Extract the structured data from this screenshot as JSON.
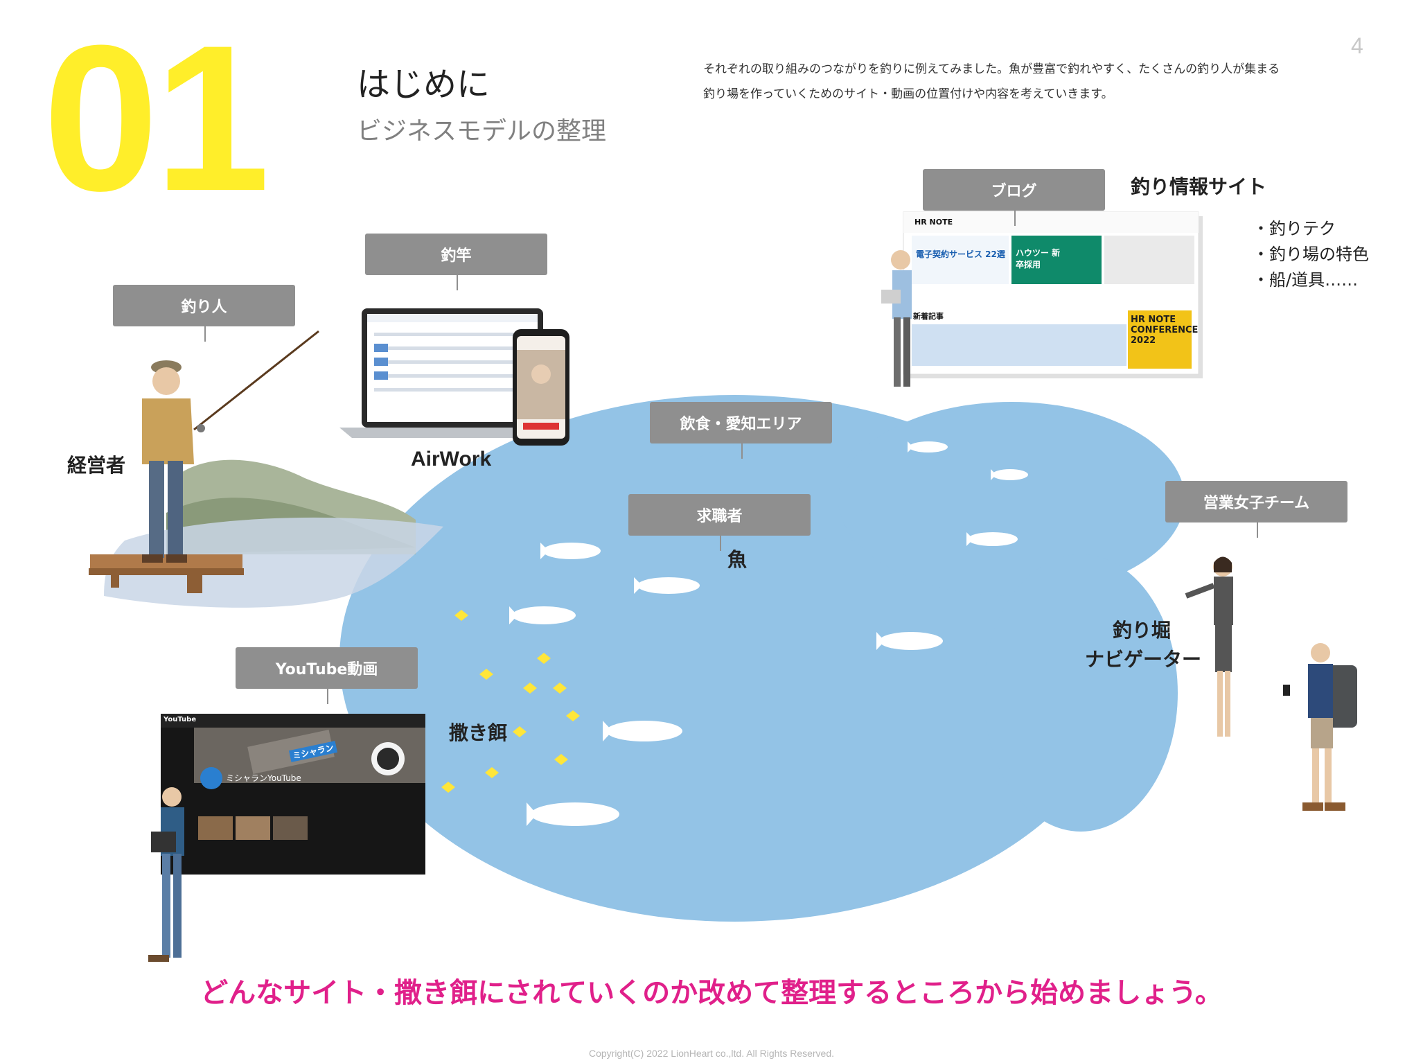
{
  "header": {
    "number": "01",
    "title": "はじめに",
    "subtitle": "ビジネスモデルの整理",
    "intro_line1": "それぞれの取り組みのつながりを釣りに例えてみました。魚が豊富で釣れやすく、たくさんの釣り人が集まる",
    "intro_line2": "釣り場を作っていくためのサイト・動画の位置付けや内容を考えていきます。",
    "page_number": "4"
  },
  "callouts": {
    "angler": "釣り人",
    "rod": "釣竿",
    "blog": "ブログ",
    "area": "飲食・愛知エリア",
    "jobseeker": "求職者",
    "sales_team": "営業女子チーム",
    "youtube": "YouTube動画"
  },
  "labels": {
    "manager": "経営者",
    "airwork": "AirWork",
    "fishing_site": "釣り情報サイト",
    "fish": "魚",
    "bait": "撒き餌",
    "navigator_line1": "釣り堀",
    "navigator_line2": "ナビゲーター"
  },
  "site_topics": [
    "・釣りテク",
    "・釣り場の特色",
    "・船/道具……"
  ],
  "screenshots": {
    "blog_logo": "HR NOTE",
    "blog_banner_1": "電子契約サービス 22選",
    "blog_banner_2": "ハウツー 新卒採用",
    "blog_section": "新着記事",
    "blog_conference": "HR NOTE CONFERENCE 2022",
    "youtube_logo": "YouTube",
    "youtube_channel": "ミシャランYouTube",
    "youtube_badge": "ミシャラン"
  },
  "colors": {
    "number_yellow": "#FFEE2A",
    "pond_blue": "#93C3E6",
    "callout_gray": "#8f8f8f",
    "cta_magenta": "#E0208A"
  },
  "cta": "どんなサイト・撒き餌にされていくのか改めて整理するところから始めましょう。",
  "footer": "Copyright(C) 2022 LionHeart co.,ltd. All Rights Reserved."
}
